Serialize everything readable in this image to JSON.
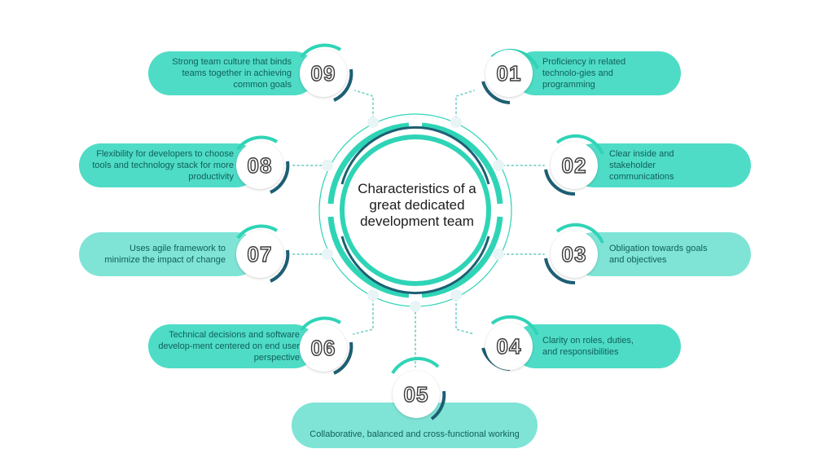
{
  "title": "Characteristics of a great dedicated development team",
  "colors": {
    "accent": "#2fd4b6",
    "dark_arc": "#1d5f73",
    "pill_strong": "#4fdcc6",
    "pill_light": "#7fe4d6",
    "dots": "#8ad7cf"
  },
  "items": [
    {
      "num": "01",
      "text": "Proficiency in related technolo-gies and programming"
    },
    {
      "num": "02",
      "text": "Clear inside and stakeholder communications"
    },
    {
      "num": "03",
      "text": "Obligation towards goals and objectives"
    },
    {
      "num": "04",
      "text": "Clarity on roles, duties, and responsibilities"
    },
    {
      "num": "05",
      "text": "Collaborative, balanced and cross-functional working"
    },
    {
      "num": "06",
      "text": "Technical decisions and software develop-ment centered on end user perspective"
    },
    {
      "num": "07",
      "text": "Uses agile framework to minimize the impact of change"
    },
    {
      "num": "08",
      "text": "Flexibility for developers to choose tools and technology stack for more productivity"
    },
    {
      "num": "09",
      "text": "Strong team culture that binds teams together in achieving common goals"
    }
  ]
}
